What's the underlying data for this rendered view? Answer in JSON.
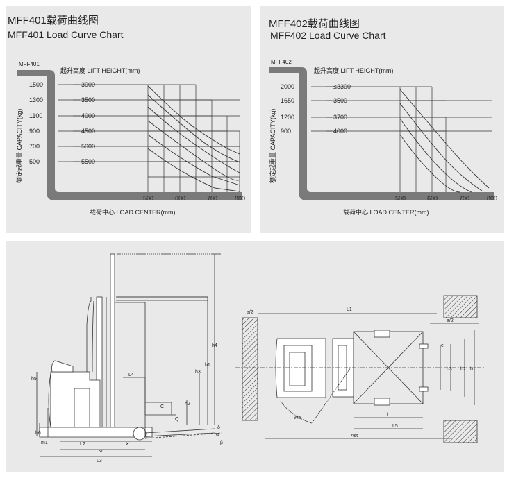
{
  "chart_left": {
    "title_cn": "MFF401载荷曲线图",
    "title_en": "MFF401 Load Curve Chart",
    "model": "MFF401",
    "capacity_label": "额定起重量 CAPACITY(kg)",
    "lift_label": "起升高度 LIFT HEIGHT(mm)",
    "center_label": "载荷中心 LOAD CENTER(mm)",
    "rows": [
      {
        "capacity": "1500",
        "height": "3000"
      },
      {
        "capacity": "1300",
        "height": "3500"
      },
      {
        "capacity": "1100",
        "height": "4000"
      },
      {
        "capacity": "900",
        "height": "4500"
      },
      {
        "capacity": "700",
        "height": "5000"
      },
      {
        "capacity": "500",
        "height": "5500"
      }
    ],
    "x_ticks": [
      "500",
      "600",
      "700",
      "800"
    ]
  },
  "chart_right": {
    "title_cn": "MFF402载荷曲线图",
    "title_en": "MFF402 Load Curve Chart",
    "model": "MFF402",
    "capacity_label": "额定起重量 CAPACITY(kg)",
    "lift_label": "起升高度 LIFT HEIGHT(mm)",
    "center_label": "载荷中心 LOAD CENTER(mm)",
    "rows": [
      {
        "capacity": "2000",
        "height": "≤3300"
      },
      {
        "capacity": "1650",
        "height": "3500"
      },
      {
        "capacity": "1200",
        "height": "3700"
      },
      {
        "capacity": "900",
        "height": "4000"
      }
    ],
    "x_ticks": [
      "500",
      "600",
      "700",
      "800"
    ]
  },
  "side_view": {
    "dims": [
      "h4",
      "h1",
      "h3",
      "h5",
      "h2",
      "h6",
      "L4",
      "L2",
      "L3",
      "X",
      "Y",
      "C",
      "Q",
      "m1",
      "α",
      "β",
      "δ"
    ]
  },
  "top_view": {
    "dims": [
      "a/2",
      "L1",
      "a/2",
      "b3",
      "b2",
      "b1",
      "Wa",
      "l",
      "L5",
      "Ast",
      "e"
    ]
  }
}
